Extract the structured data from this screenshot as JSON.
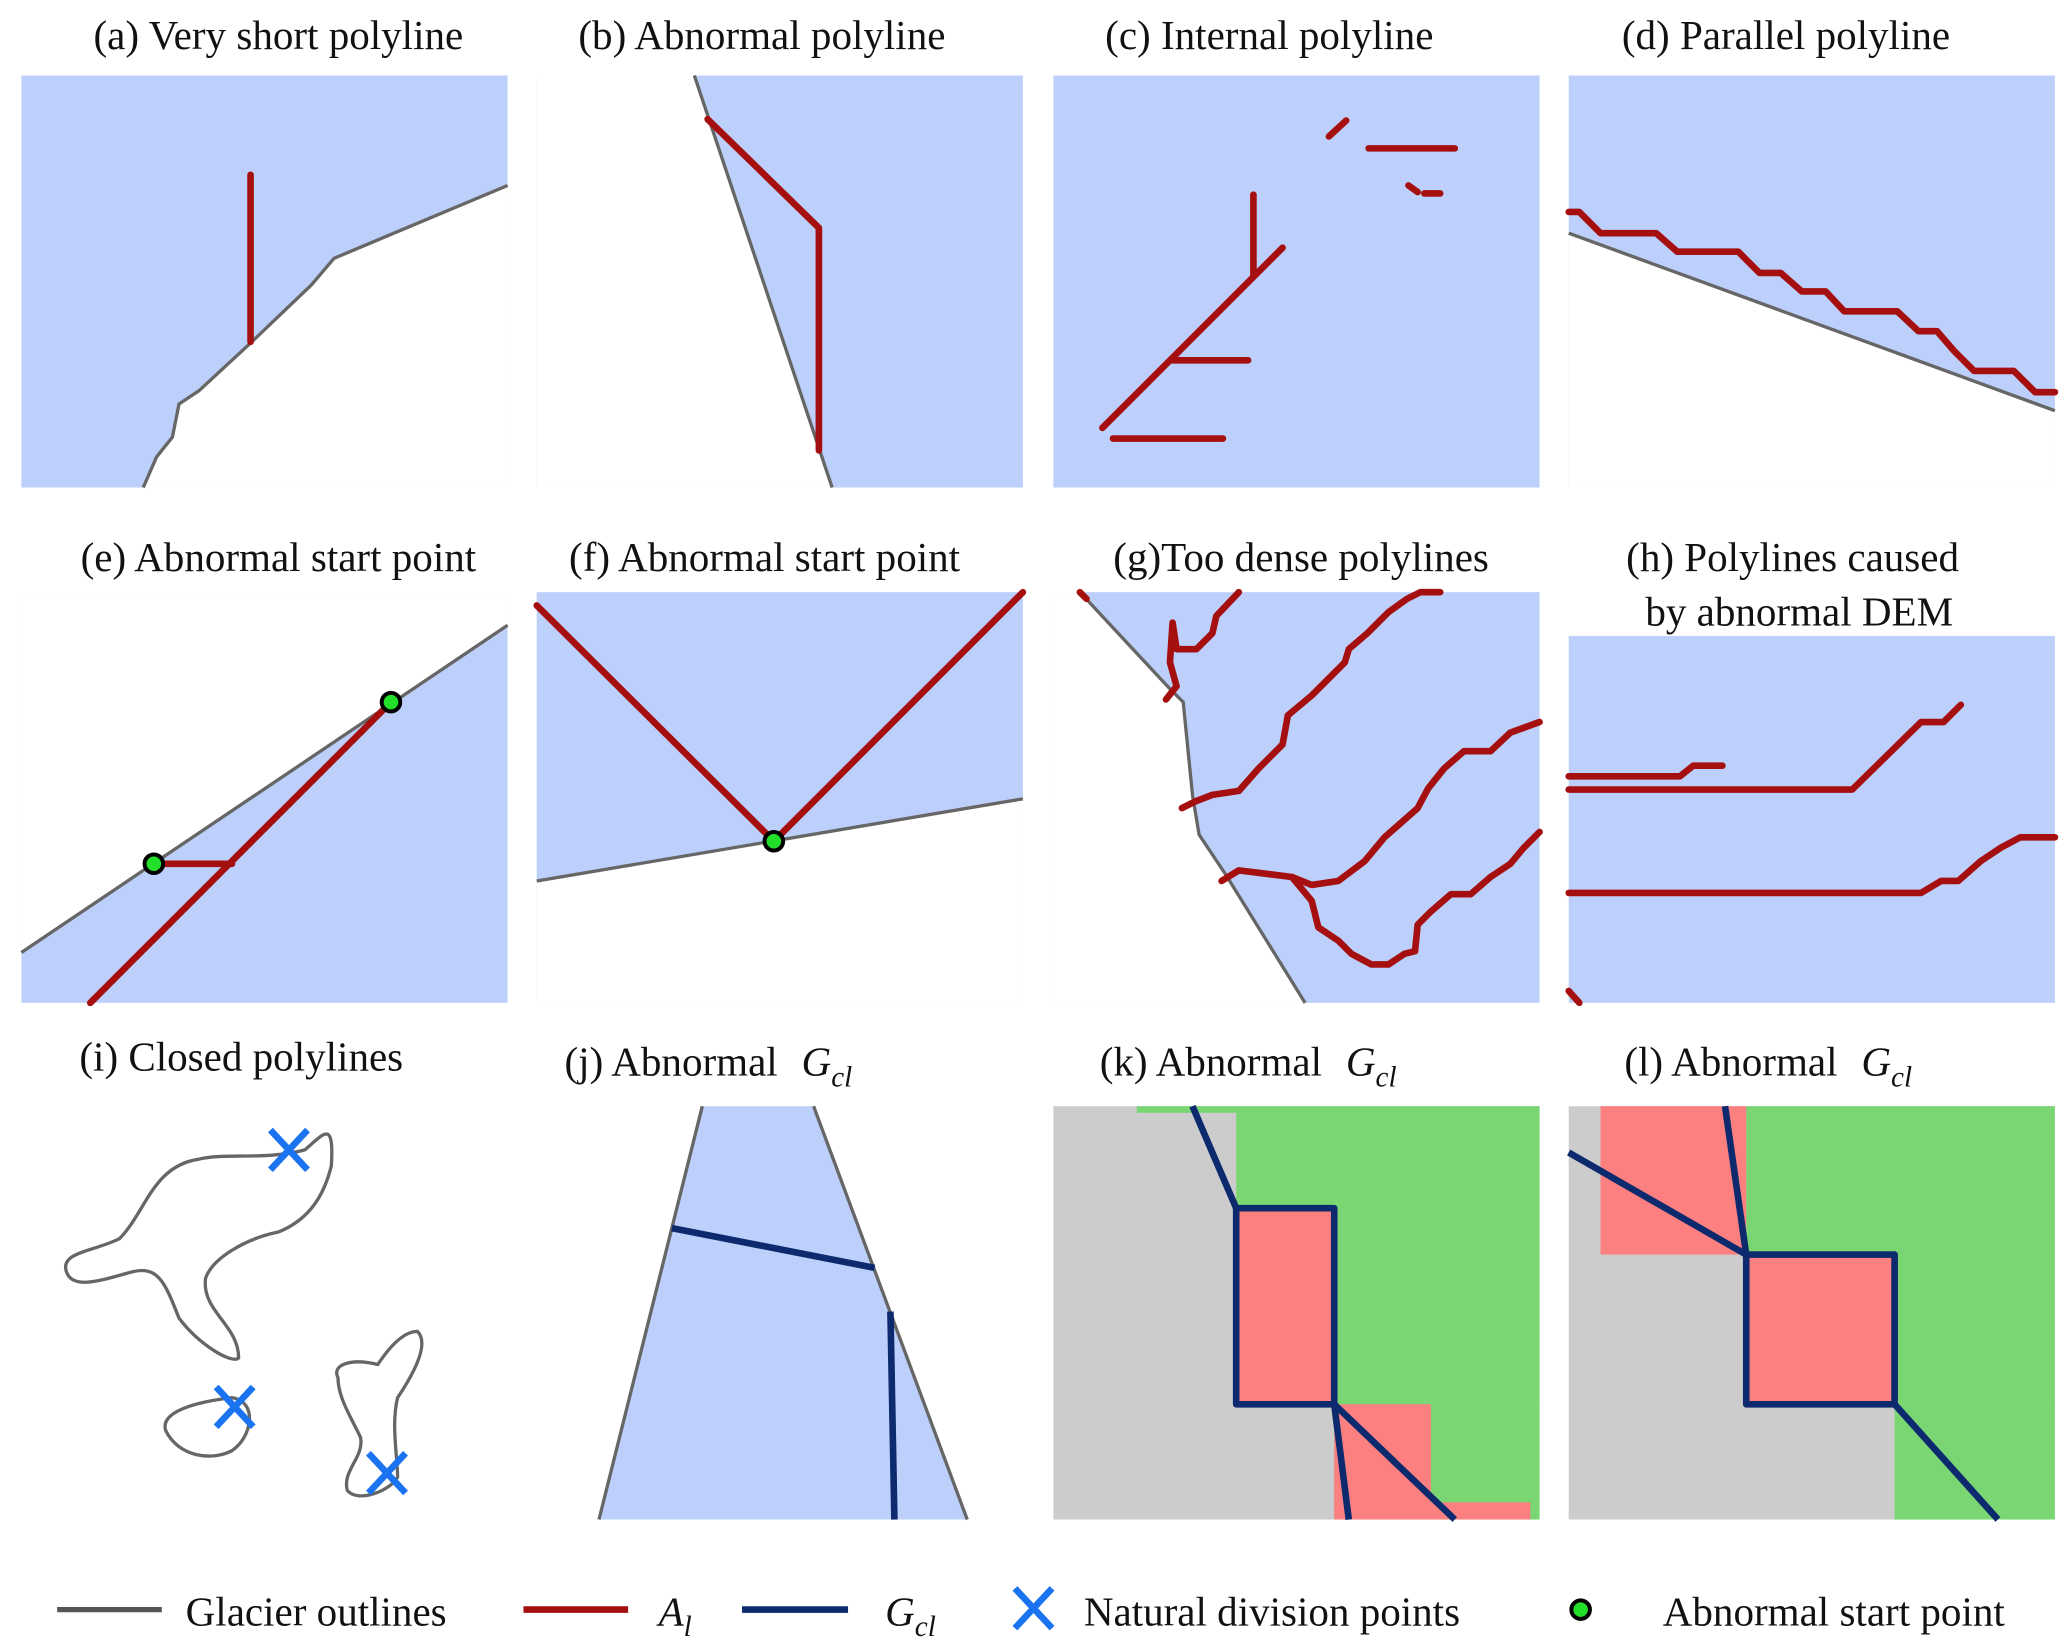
{
  "panels": [
    {
      "id": "a",
      "title": "(a) Very short polyline"
    },
    {
      "id": "b",
      "title": "(b) Abnormal polyline"
    },
    {
      "id": "c",
      "title": "(c) Internal polyline"
    },
    {
      "id": "d",
      "title": "(d) Parallel polyline"
    },
    {
      "id": "e",
      "title": "(e) Abnormal start point"
    },
    {
      "id": "f",
      "title": "(f) Abnormal start point"
    },
    {
      "id": "g",
      "title": "(g)Too dense polylines"
    },
    {
      "id": "h",
      "title_line1": "(h) Polylines caused",
      "title_line2": "by abnormal DEM"
    },
    {
      "id": "i",
      "title": "(i) Closed polylines"
    },
    {
      "id": "j",
      "title": "(j) Abnormal",
      "symbol": "G",
      "subscript": "cl"
    },
    {
      "id": "k",
      "title": "(k) Abnormal",
      "symbol": "G",
      "subscript": "cl"
    },
    {
      "id": "l",
      "title": "(l) Abnormal",
      "symbol": "G",
      "subscript": "cl"
    }
  ],
  "legend": {
    "glacier_outlines": "Glacier outlines",
    "al_symbol": "A",
    "al_sub": "l",
    "gcl_symbol": "G",
    "gcl_sub": "cl",
    "natural_division_points": "Natural division points",
    "abnormal_start_point": "Abnormal start point"
  },
  "colors": {
    "glacier": "#bdd0fb",
    "al_line": "#a50f0f",
    "gcl_line": "#0d2a6e",
    "outline": "#666666",
    "division_point": "#1a73f0",
    "start_point": "#22e02a",
    "cell_green": "#7ad672",
    "cell_pink": "#fd8080",
    "cell_gray": "#cccccc"
  }
}
